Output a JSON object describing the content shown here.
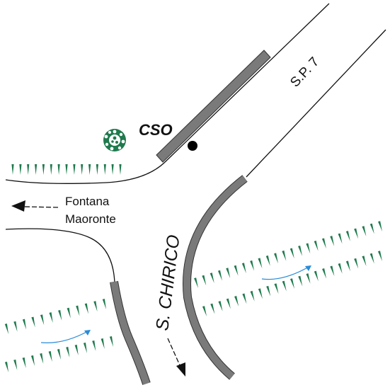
{
  "labels": {
    "road_sp7": "S.P. 7",
    "site": "CSO",
    "street": "S. CHIRICO",
    "direction_line1": "Fontana",
    "direction_line2": "Maoronte"
  },
  "icons": {
    "site_marker": "black-dot",
    "shrub": "green-shrub-icon",
    "vegetation": "green-grass-tuft-row",
    "flow": "blue-flow-arrow",
    "direction": "black-arrow"
  },
  "colors": {
    "background": "#ffffff",
    "road_edge": "#111111",
    "wall": "#7a7a7a",
    "wall_stroke": "#333333",
    "vegetation": "#1f7a4d",
    "flow_arrow": "#2a8bd8",
    "site_marker": "#000000"
  }
}
